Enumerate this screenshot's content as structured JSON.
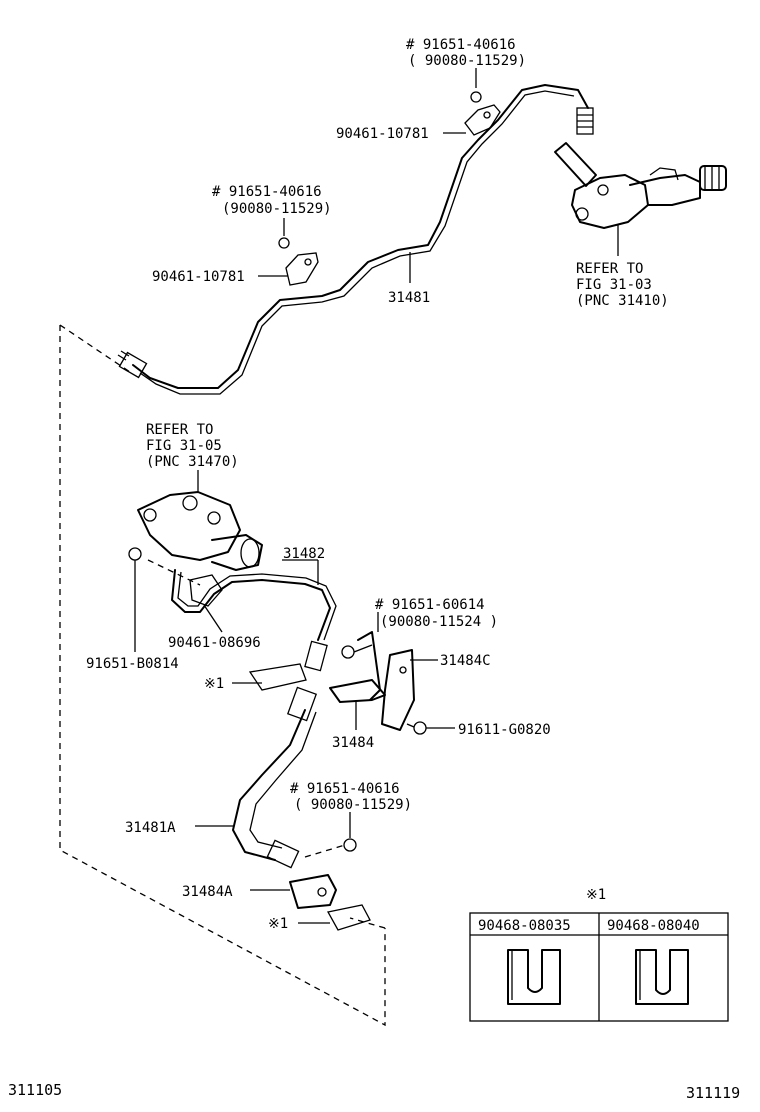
{
  "labels": {
    "top_bolt_note": "# 91651-40616",
    "top_bolt_alt": "( 90080-11529)",
    "clamp_upper": "90461-10781",
    "mid_bolt_note": "# 91651-40616",
    "mid_bolt_alt": "(90080-11529)",
    "clamp_lower": "90461-10781",
    "tube_main": "31481",
    "refer_master_1": "REFER TO",
    "refer_master_2": "FIG 31-03",
    "refer_master_3": "(PNC 31410)",
    "refer_release_1": "REFER TO",
    "refer_release_2": "FIG 31-05",
    "refer_release_3": "(PNC 31470)",
    "tube_short": "31482",
    "bracket_bolt_note": "# 91651-60614",
    "bracket_bolt_alt": "(90080-11524 )",
    "bracket_c": "31484C",
    "clamp_small": "90461-08696",
    "bolt_small": "91651-B0814",
    "clip_ref_1": "※1",
    "bracket": "31484",
    "bolt_bracket": "91611-G0820",
    "lower_bolt_note": "# 91651-40616",
    "lower_bolt_alt": "( 90080-11529)",
    "hose": "31481A",
    "bracket_a": "31484A",
    "clip_ref_2": "※1",
    "footer_left": "311105",
    "footer_right": "311119"
  },
  "clip_table": {
    "title": "※1",
    "columns": [
      "90468-08035",
      "90468-08040"
    ]
  }
}
